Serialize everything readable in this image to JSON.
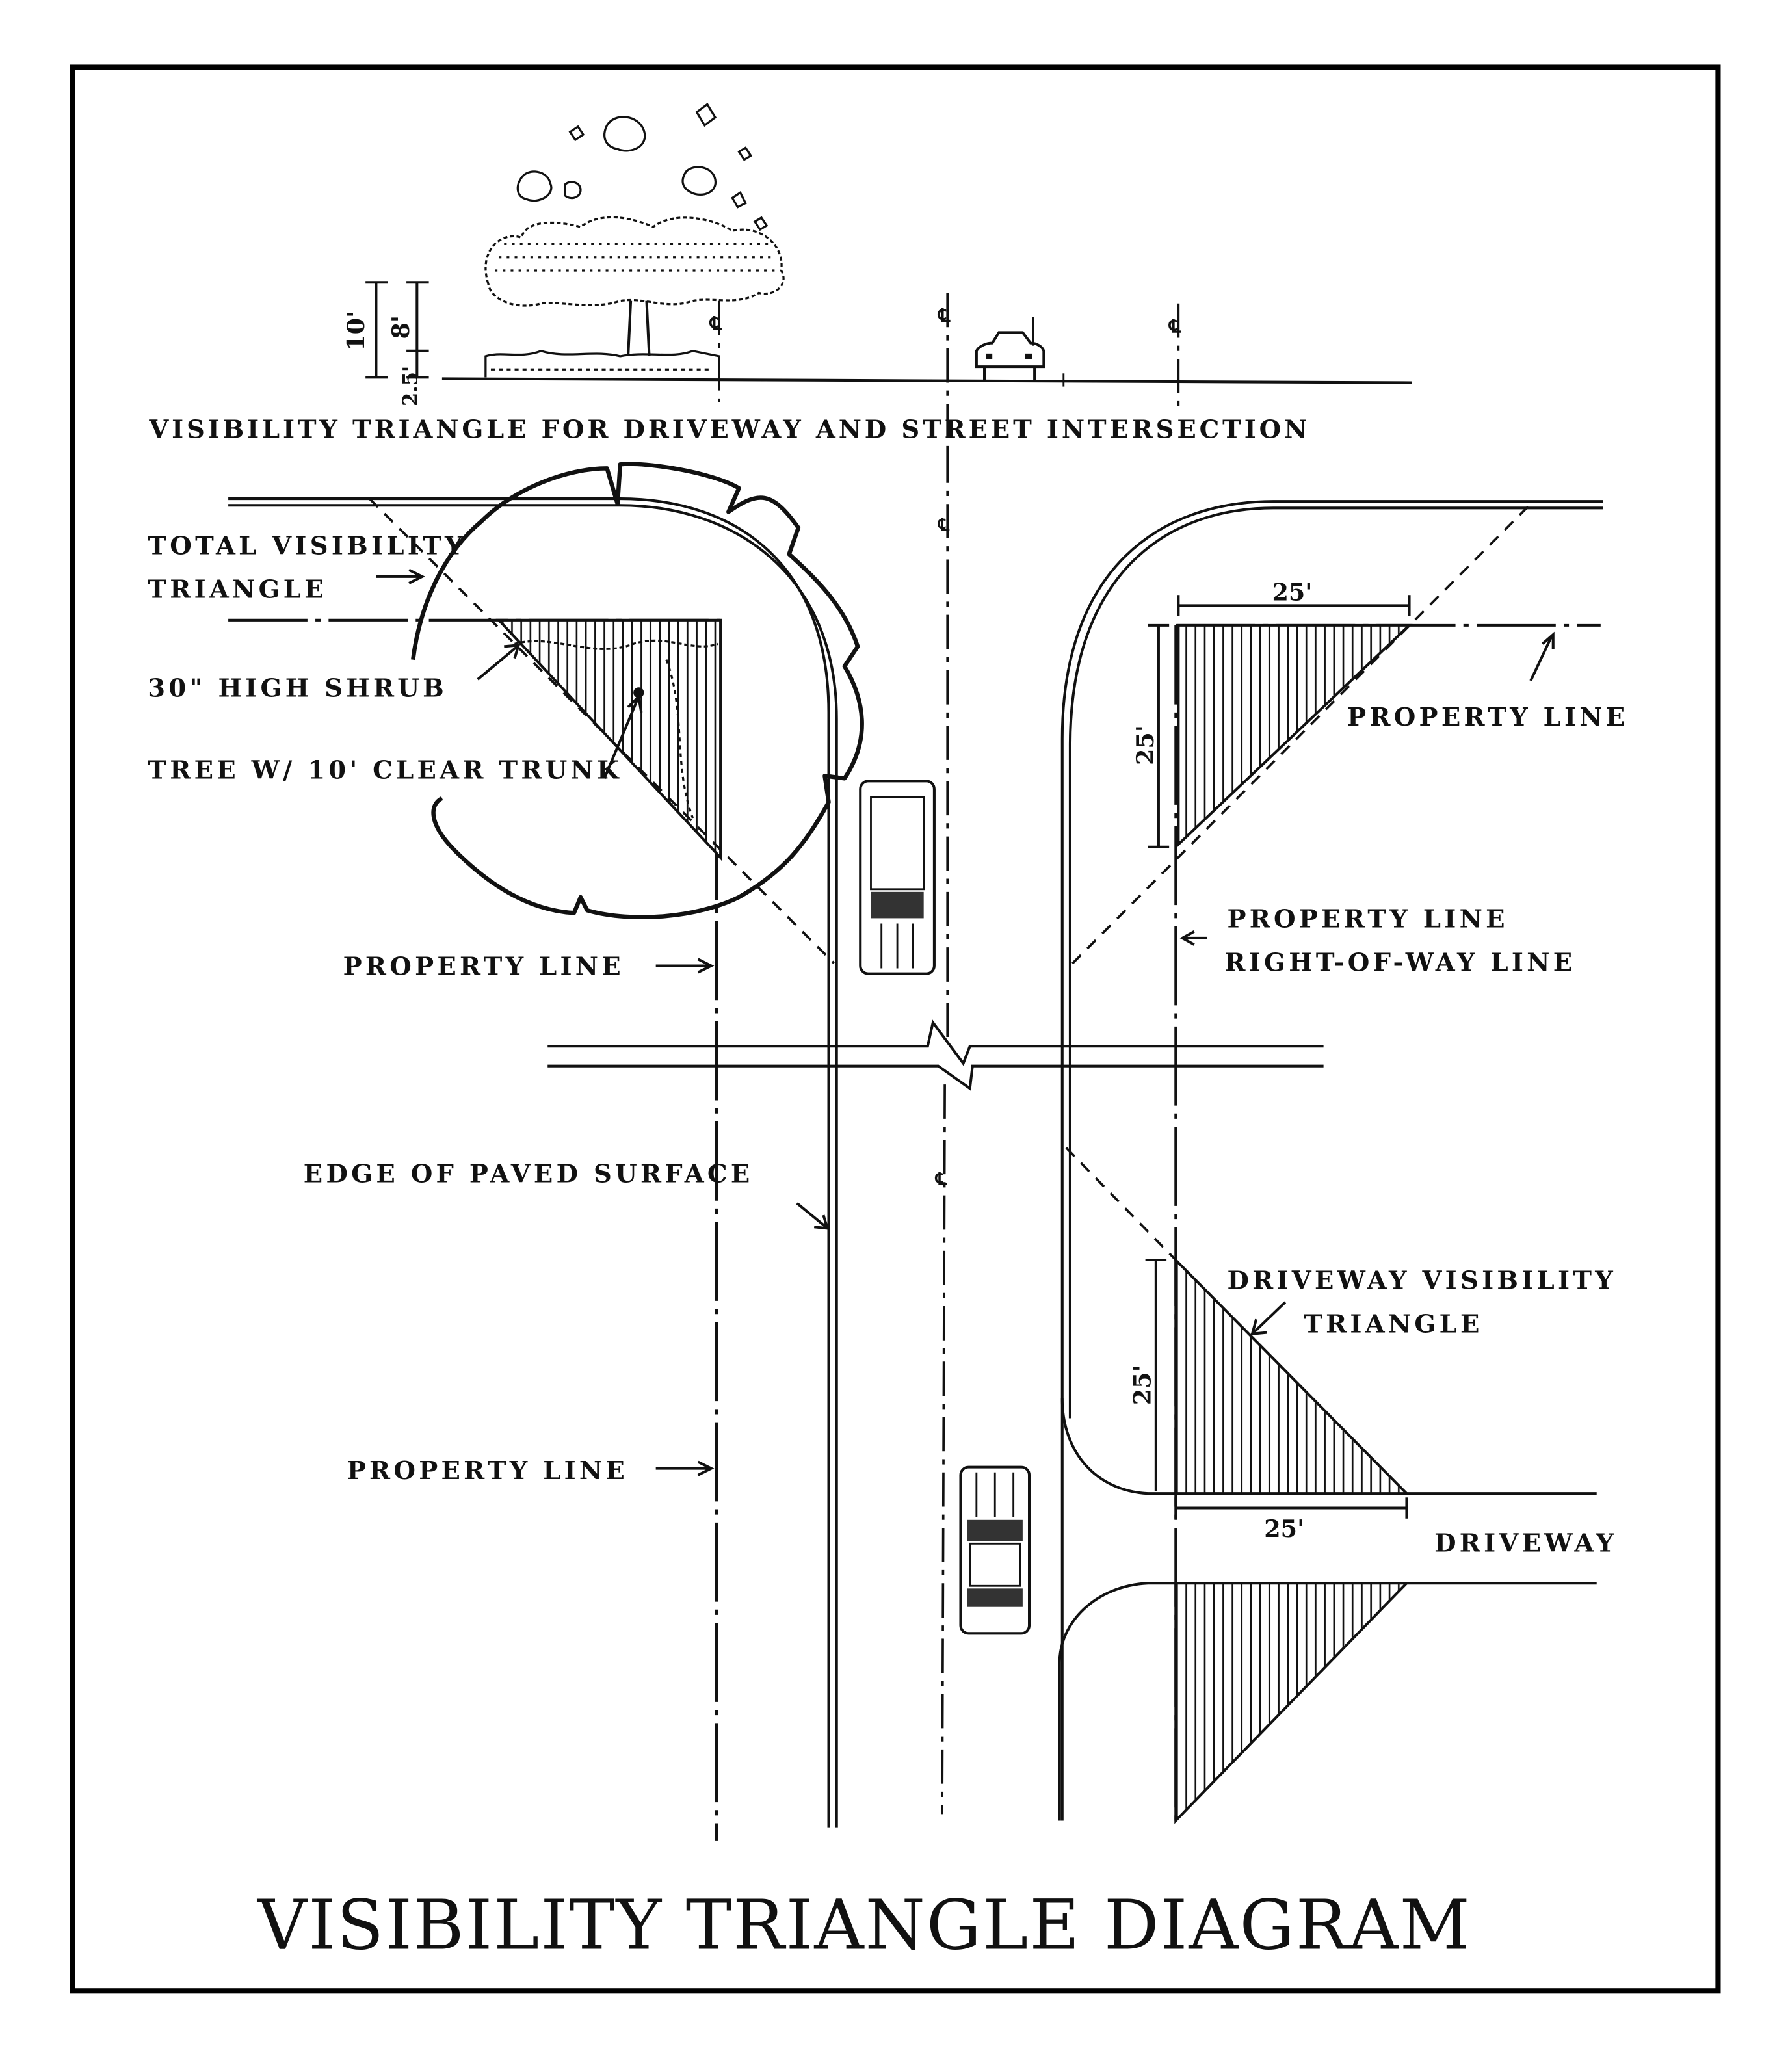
{
  "diagram": {
    "title": "VISIBILITY TRIANGLE DIAGRAM",
    "elevation_caption": "VISIBILITY TRIANGLE FOR DRIVEWAY AND STREET INTERSECTION",
    "elevation_dimensions": {
      "total_height": "10'",
      "clear_zone": "8'",
      "shrub_height": "2.5'"
    },
    "centerline_symbol": "℄",
    "labels": {
      "total_visibility_triangle_line1": "TOTAL VISIBILITY",
      "total_visibility_triangle_line2": "TRIANGLE",
      "shrub": "30\" HIGH SHRUB",
      "tree": "TREE W/ 10' CLEAR TRUNK",
      "property_line_upper_left": "PROPERTY LINE",
      "edge_of_paved_surface": "EDGE OF PAVED SURFACE",
      "property_line_lower_left": "PROPERTY LINE",
      "property_line_upper_right": "PROPERTY LINE",
      "property_line_row_line1": "PROPERTY LINE",
      "property_line_row_line2": "RIGHT-OF-WAY LINE",
      "driveway_visibility_triangle_line1": "DRIVEWAY VISIBILITY",
      "driveway_visibility_triangle_line2": "TRIANGLE",
      "driveway": "DRIVEWAY"
    },
    "triangle_dimensions": {
      "corner_triangle_horizontal": "25'",
      "corner_triangle_vertical": "25'",
      "driveway_triangle_vertical": "25'",
      "driveway_triangle_horizontal": "25'"
    },
    "colors": {
      "ink": "#111111",
      "paper": "#ffffff"
    }
  }
}
